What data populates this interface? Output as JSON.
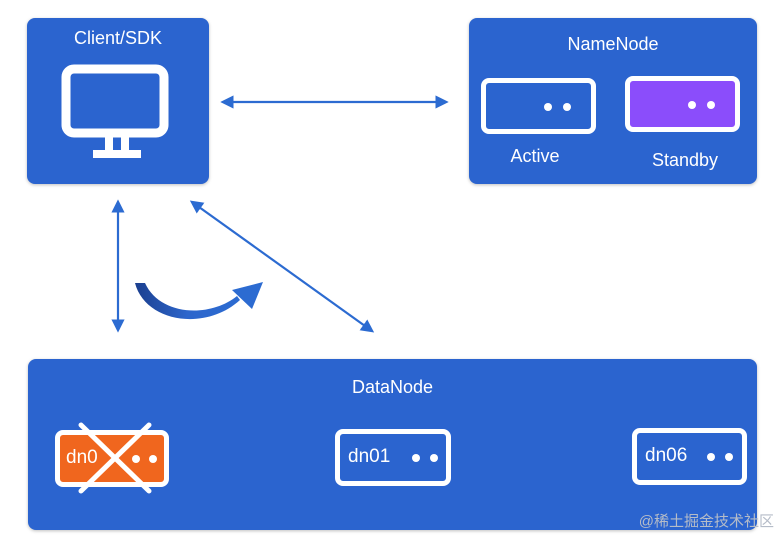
{
  "client": {
    "title": "Client/SDK",
    "icon": "monitor-icon"
  },
  "namenode": {
    "title": "NameNode",
    "active": {
      "label": "Active",
      "color": "#2b64cf"
    },
    "standby": {
      "label": "Standby",
      "color": "#8b4dfb"
    }
  },
  "datanode": {
    "title": "DataNode",
    "nodes": [
      {
        "label": "dn0",
        "status": "failed",
        "color": "#f0661e",
        "icon": "x-mark-icon"
      },
      {
        "label": "dn01",
        "status": "ok",
        "color": "#2b64cf"
      },
      {
        "label": "dn06",
        "status": "ok",
        "color": "#2b64cf"
      }
    ]
  },
  "colors": {
    "box": "#2b64cf",
    "arrow": "#2c6bd1",
    "failed": "#f0661e",
    "standby": "#8b4dfb"
  },
  "watermark": "@稀土掘金技术社区"
}
